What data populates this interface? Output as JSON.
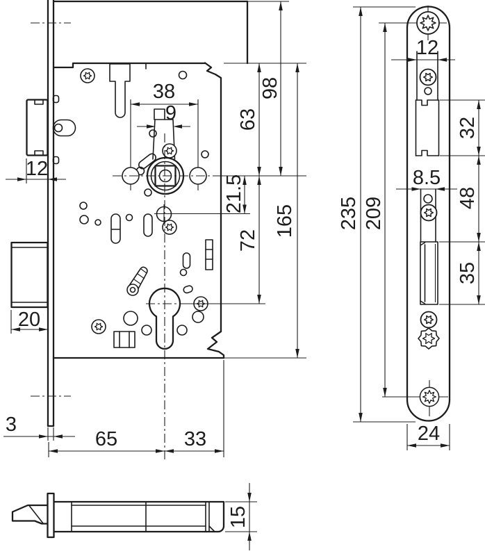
{
  "drawing": {
    "line_color": "#1c1c1c",
    "background": "#ffffff",
    "front_view": {
      "dimensions": {
        "hub_hole_spacing": "38",
        "follower_slot_width": "9",
        "latch_projection": "12",
        "top_to_spindle": "98",
        "case_top_to_spindle": "63",
        "spindle_to_aux_hub": "21.5",
        "spindle_to_cylinder": "72",
        "case_height": "165",
        "deadbolt_throw": "20",
        "faceplate_thickness": "3",
        "backset": "65",
        "spindle_to_case_back": "33"
      }
    },
    "strike_view": {
      "dimensions": {
        "upper_slot_width": "12",
        "upper_cutout_height": "32",
        "lip_slot_width": "8.5",
        "cutout_gap": "48",
        "latch_opening_height": "35",
        "plate_height": "235",
        "screw_spacing": "209",
        "plate_width": "24"
      }
    },
    "side_view": {
      "dimensions": {
        "case_thickness": "15"
      }
    }
  }
}
